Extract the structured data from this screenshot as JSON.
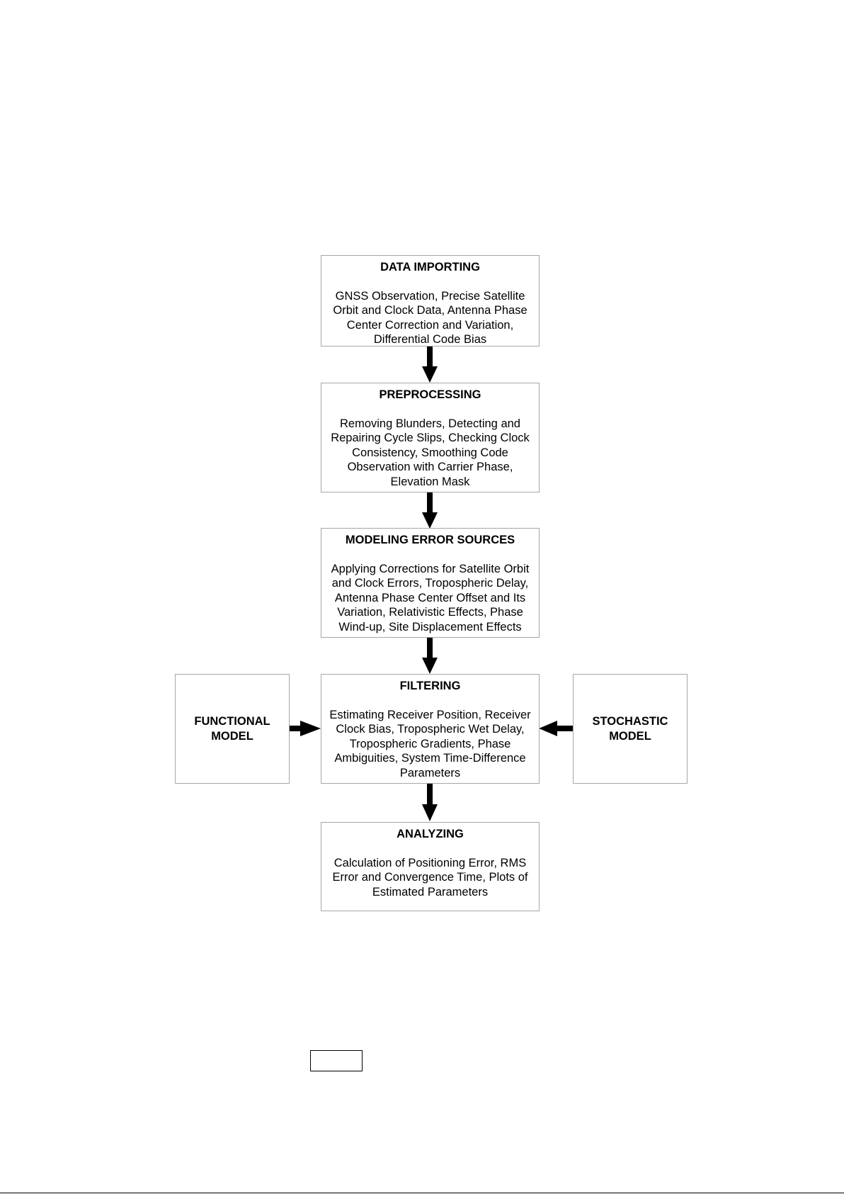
{
  "boxes": {
    "data_importing": {
      "title": "DATA IMPORTING",
      "lines": [
        "GNSS Observation, Precise Satellite",
        "Orbit and Clock Data, Antenna Phase",
        "Center Correction and Variation,",
        "Differential Code Bias"
      ]
    },
    "preprocessing": {
      "title": "PREPROCESSING",
      "lines": [
        "Removing Blunders, Detecting and",
        "Repairing Cycle Slips, Checking Clock",
        "Consistency, Smoothing Code",
        "Observation with Carrier Phase,",
        "Elevation Mask"
      ]
    },
    "modeling": {
      "title": "MODELING ERROR SOURCES",
      "lines": [
        "Applying Corrections for Satellite Orbit",
        "and Clock Errors, Tropospheric Delay,",
        "Antenna Phase Center Offset and Its",
        "Variation, Relativistic Effects, Phase",
        "Wind-up, Site Displacement Effects"
      ]
    },
    "filtering": {
      "title": "FILTERING",
      "lines": [
        "Estimating Receiver Position, Receiver",
        "Clock Bias, Tropospheric Wet Delay,",
        "Tropospheric Gradients, Phase",
        "Ambiguities, System Time-Difference",
        "Parameters"
      ]
    },
    "analyzing": {
      "title": "ANALYZING",
      "lines": [
        "Calculation of Positioning Error, RMS",
        "Error and Convergence Time, Plots of",
        "Estimated Parameters"
      ]
    },
    "functional_model": {
      "lines": [
        "FUNCTIONAL",
        "MODEL"
      ]
    },
    "stochastic_model": {
      "lines": [
        "STOCHASTIC",
        "MODEL"
      ]
    }
  },
  "colors": {
    "box_border": "#a6a6a6",
    "arrow": "#000000",
    "text": "#000000"
  }
}
